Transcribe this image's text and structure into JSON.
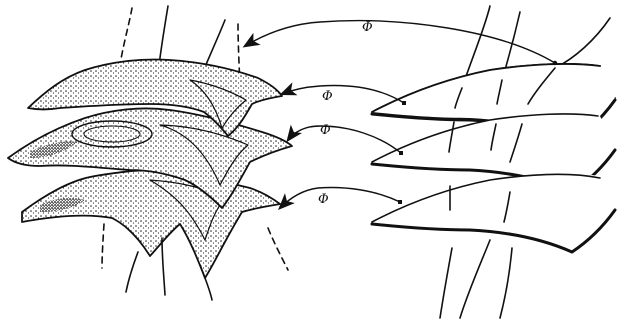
{
  "map_label": "Φ",
  "arrows": [
    {
      "label": "Φ"
    },
    {
      "label": "Φ"
    },
    {
      "label": "Φ"
    },
    {
      "label": "Φ"
    }
  ]
}
